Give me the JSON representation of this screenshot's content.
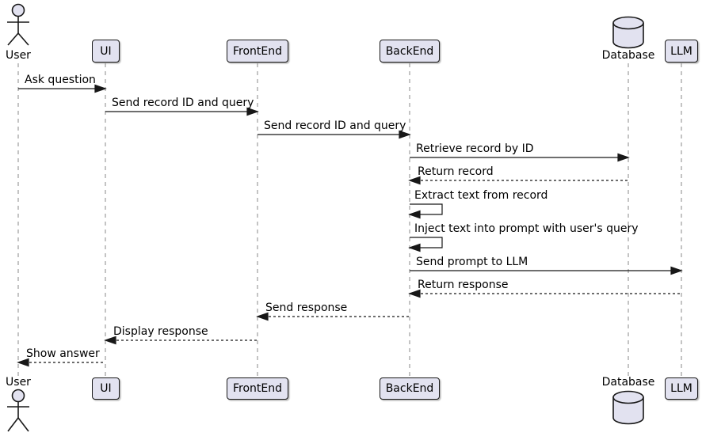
{
  "diagram": {
    "type": "sequence-diagram",
    "participants": [
      {
        "id": "user",
        "label": "User",
        "kind": "actor"
      },
      {
        "id": "ui",
        "label": "UI",
        "kind": "box"
      },
      {
        "id": "frontend",
        "label": "FrontEnd",
        "kind": "box"
      },
      {
        "id": "backend",
        "label": "BackEnd",
        "kind": "box"
      },
      {
        "id": "database",
        "label": "Database",
        "kind": "database"
      },
      {
        "id": "llm",
        "label": "LLM",
        "kind": "box"
      }
    ],
    "messages": [
      {
        "label": "Ask question",
        "from": "user",
        "to": "ui",
        "line": "solid"
      },
      {
        "label": "Send record ID and query",
        "from": "ui",
        "to": "frontend",
        "line": "solid"
      },
      {
        "label": "Send record ID and query",
        "from": "frontend",
        "to": "backend",
        "line": "solid"
      },
      {
        "label": "Retrieve record by ID",
        "from": "backend",
        "to": "database",
        "line": "solid"
      },
      {
        "label": "Return record",
        "from": "database",
        "to": "backend",
        "line": "dashed"
      },
      {
        "label": "Extract text from record",
        "from": "backend",
        "to": "backend",
        "line": "self"
      },
      {
        "label": "Inject text into prompt with user's query",
        "from": "backend",
        "to": "backend",
        "line": "self"
      },
      {
        "label": "Send prompt to LLM",
        "from": "backend",
        "to": "llm",
        "line": "solid"
      },
      {
        "label": "Return response",
        "from": "llm",
        "to": "backend",
        "line": "dashed"
      },
      {
        "label": "Send response",
        "from": "backend",
        "to": "frontend",
        "line": "dashed"
      },
      {
        "label": "Display response",
        "from": "frontend",
        "to": "ui",
        "line": "dashed"
      },
      {
        "label": "Show answer",
        "from": "ui",
        "to": "user",
        "line": "dashed"
      }
    ],
    "colors": {
      "participant_fill": "#E2E2F0",
      "participant_border": "#181818",
      "lifeline": "#888888",
      "arrow": "#181818",
      "text": "#000000",
      "background": "#FFFFFF"
    }
  }
}
